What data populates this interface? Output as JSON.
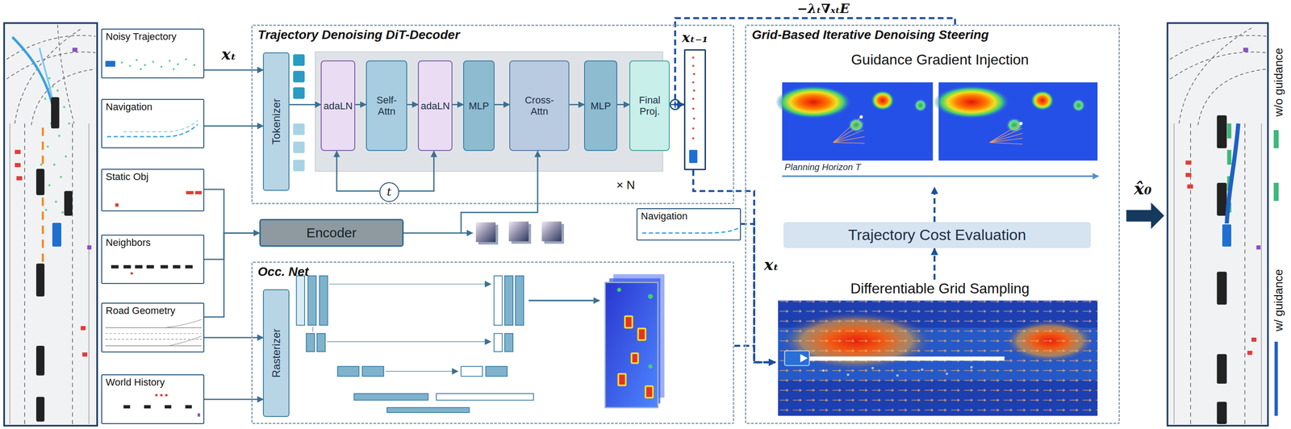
{
  "diagram": {
    "nodes": [
      {
        "text": [
          "Noisy Trajectory"
        ]
      },
      {
        "text": [
          "Navigation"
        ]
      },
      {
        "text": [
          "Static Obj"
        ]
      },
      {
        "text": [
          "Neighbors"
        ]
      },
      {
        "text": [
          "Road Geometry"
        ]
      },
      {
        "text": [
          "World History"
        ]
      },
      {
        "text": [
          "Trajectory Denoising DiT-Decoder"
        ]
      },
      {
        "text": [
          "Tokenizer"
        ],
        "in": 6
      },
      {
        "text": [
          "adaLN"
        ],
        "in": 6
      },
      {
        "text": [
          "Self- Attn"
        ],
        "in": 6
      },
      {
        "text": [
          "adaLN"
        ],
        "in": 6
      },
      {
        "text": [
          "MLP"
        ],
        "in": 6
      },
      {
        "text": [
          "Cross- Attn"
        ],
        "in": 6
      },
      {
        "text": [
          "MLP"
        ],
        "in": 6
      },
      {
        "text": [
          "Final Proj."
        ],
        "in": 6
      },
      {
        "text": [
          "t"
        ],
        "in": 6
      },
      {
        "text": [
          "xₜ₋₁"
        ],
        "in": 6
      },
      {
        "text": [
          "Encoder"
        ]
      },
      {
        "text": [
          "Occ. Net"
        ]
      },
      {
        "text": [
          "Rasterizer"
        ],
        "in": 18
      },
      {
        "text": [
          "Navigation"
        ]
      },
      {
        "text": [
          "Grid-Based Iterative Denoising Steering"
        ]
      },
      {
        "text": [
          "Guidance Gradient Injection"
        ],
        "in": 21
      },
      {
        "text": [
          "Trajectory Cost Evaluation"
        ],
        "in": 21
      },
      {
        "text": [
          "Differentiable Grid Sampling"
        ],
        "in": 21
      }
    ],
    "edges": [
      {
        "from": 0,
        "to": 7,
        "arrow": "to",
        "label": "xₜ"
      },
      {
        "from": 1,
        "to": 7,
        "arrow": "to"
      },
      {
        "from": 2,
        "to": 17,
        "arrow": "to"
      },
      {
        "from": 3,
        "to": 17,
        "arrow": "to"
      },
      {
        "from": 4,
        "to": 17,
        "arrow": "to"
      },
      {
        "from": 4,
        "to": 19,
        "arrow": "to"
      },
      {
        "from": 5,
        "to": 19,
        "arrow": "to"
      },
      {
        "from": 7,
        "to": 8,
        "arrow": "to"
      },
      {
        "from": 8,
        "to": 9,
        "arrow": "to"
      },
      {
        "from": 9,
        "to": 10,
        "arrow": "to"
      },
      {
        "from": 10,
        "to": 11,
        "arrow": "to"
      },
      {
        "from": 11,
        "to": 12,
        "arrow": "to"
      },
      {
        "from": 12,
        "to": 13,
        "arrow": "to"
      },
      {
        "from": 13,
        "to": 14,
        "arrow": "to"
      },
      {
        "from": 15,
        "to": 8,
        "arrow": "to"
      },
      {
        "from": 15,
        "to": 10,
        "arrow": "to"
      },
      {
        "from": 14,
        "to": 16,
        "arrow": "to"
      },
      {
        "from": 17,
        "to": 12,
        "arrow": "to"
      },
      {
        "from": 21,
        "to": 16,
        "arrow": "to",
        "label": "−λₜ∇ₓₜE"
      },
      {
        "from": 16,
        "to": 24,
        "arrow": "to",
        "label": "xₜ"
      },
      {
        "from": 20,
        "to": 24,
        "arrow": "to"
      },
      {
        "from": 18,
        "to": 24,
        "arrow": "to"
      },
      {
        "from": 24,
        "to": 23,
        "arrow": "to"
      },
      {
        "from": 23,
        "to": 22,
        "arrow": "to"
      }
    ],
    "labels": [
      "× N",
      "Planning Horizon T",
      "x̂₀"
    ],
    "legend": [
      {
        "text": "w/o guidance"
      },
      {
        "text": "w/ guidance"
      }
    ]
  }
}
